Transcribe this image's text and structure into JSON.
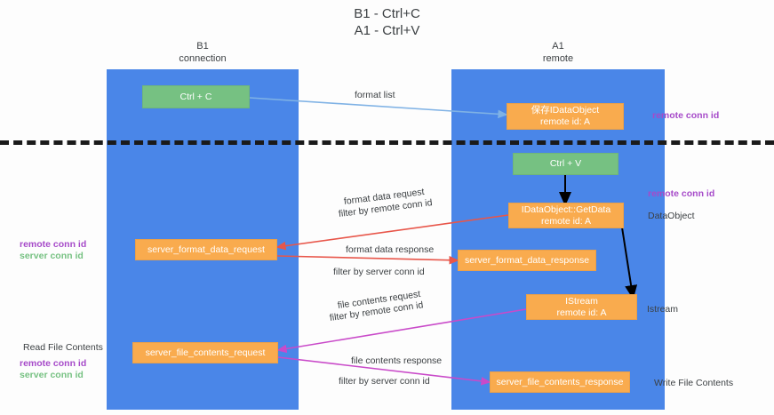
{
  "title": {
    "line1": "B1 - Ctrl+C",
    "line2": "A1 - Ctrl+V"
  },
  "lanes": [
    {
      "id": "b1",
      "name": "B1",
      "role": "connection"
    },
    {
      "id": "a1",
      "name": "A1",
      "role": "remote"
    }
  ],
  "nodes": {
    "ctrl_c": {
      "line1": "Ctrl + C",
      "line2": ""
    },
    "save_idataobject": {
      "line1": "保存IDataObject",
      "line2": "remote id: A"
    },
    "ctrl_v": {
      "line1": "Ctrl + V",
      "line2": ""
    },
    "idataobject_getdata": {
      "line1": "IDataObject::GetData",
      "line2": "remote id: A"
    },
    "server_format_data_request": {
      "line1": "server_format_data_request",
      "line2": ""
    },
    "server_format_data_response": {
      "line1": "server_format_data_response",
      "line2": ""
    },
    "istream": {
      "line1": "IStream",
      "line2": "remote id: A"
    },
    "server_file_contents_request": {
      "line1": "server_file_contents_request",
      "line2": ""
    },
    "server_file_contents_response": {
      "line1": "server_file_contents_response",
      "line2": ""
    }
  },
  "edge_labels": {
    "format_list": "format list",
    "format_data_request": "format data request",
    "format_data_request_filter_prefix": "filter by ",
    "format_data_request_filter_key": "remote conn id",
    "format_data_response": "format data response",
    "format_data_response_filter_prefix": "filter by ",
    "format_data_response_filter_key": "server conn id",
    "file_contents_request": "file contents request",
    "file_contents_request_filter_prefix": "filter by ",
    "file_contents_request_filter_key": "remote conn id",
    "file_contents_response": "file contents response",
    "file_contents_response_filter_prefix": "filter by ",
    "file_contents_response_filter_key": "server conn id"
  },
  "annotations": {
    "right_remote_conn_id_top": "remote conn id",
    "right_remote_conn_id_mid": "remote conn id",
    "right_dataobject": "DataObject",
    "right_istream": "Istream",
    "right_write_file_contents": "Write File Contents",
    "left_remote_conn_id_mid": "remote conn id",
    "left_server_conn_id_mid": "server conn id",
    "left_read_file_contents": "Read File Contents",
    "left_remote_conn_id_bottom": "remote conn id",
    "left_server_conn_id_bottom": "server conn id"
  },
  "colors": {
    "lane": "#4a86e8",
    "node_orange": "#f9ab4e",
    "node_green": "#76c182",
    "purple": "#a64ac9",
    "green_text": "#76c182",
    "red_arrow": "#e8564a",
    "magenta_arrow": "#c94ac9",
    "blue_arrow": "#7fb2e5",
    "black_arrow": "#000000"
  }
}
